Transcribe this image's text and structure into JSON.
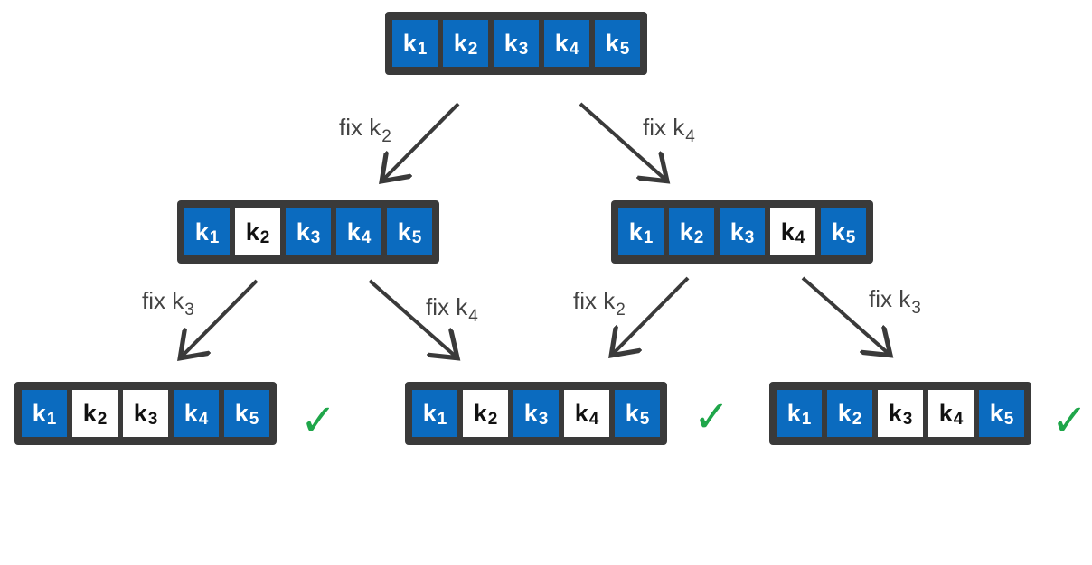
{
  "nodes": [
    {
      "id": "root",
      "cells": [
        {
          "base": "k",
          "sub": "1",
          "fixed": false
        },
        {
          "base": "k",
          "sub": "2",
          "fixed": false
        },
        {
          "base": "k",
          "sub": "3",
          "fixed": false
        },
        {
          "base": "k",
          "sub": "4",
          "fixed": false
        },
        {
          "base": "k",
          "sub": "5",
          "fixed": false
        }
      ]
    },
    {
      "id": "left",
      "cells": [
        {
          "base": "k",
          "sub": "1",
          "fixed": false
        },
        {
          "base": "k",
          "sub": "2",
          "fixed": true
        },
        {
          "base": "k",
          "sub": "3",
          "fixed": false
        },
        {
          "base": "k",
          "sub": "4",
          "fixed": false
        },
        {
          "base": "k",
          "sub": "5",
          "fixed": false
        }
      ]
    },
    {
      "id": "right",
      "cells": [
        {
          "base": "k",
          "sub": "1",
          "fixed": false
        },
        {
          "base": "k",
          "sub": "2",
          "fixed": false
        },
        {
          "base": "k",
          "sub": "3",
          "fixed": false
        },
        {
          "base": "k",
          "sub": "4",
          "fixed": true
        },
        {
          "base": "k",
          "sub": "5",
          "fixed": false
        }
      ]
    },
    {
      "id": "leaf-1",
      "cells": [
        {
          "base": "k",
          "sub": "1",
          "fixed": false
        },
        {
          "base": "k",
          "sub": "2",
          "fixed": true
        },
        {
          "base": "k",
          "sub": "3",
          "fixed": true
        },
        {
          "base": "k",
          "sub": "4",
          "fixed": false
        },
        {
          "base": "k",
          "sub": "5",
          "fixed": false
        }
      ]
    },
    {
      "id": "leaf-2",
      "cells": [
        {
          "base": "k",
          "sub": "1",
          "fixed": false
        },
        {
          "base": "k",
          "sub": "2",
          "fixed": true
        },
        {
          "base": "k",
          "sub": "3",
          "fixed": false
        },
        {
          "base": "k",
          "sub": "4",
          "fixed": true
        },
        {
          "base": "k",
          "sub": "5",
          "fixed": false
        }
      ]
    },
    {
      "id": "leaf-3",
      "cells": [
        {
          "base": "k",
          "sub": "1",
          "fixed": false
        },
        {
          "base": "k",
          "sub": "2",
          "fixed": false
        },
        {
          "base": "k",
          "sub": "3",
          "fixed": true
        },
        {
          "base": "k",
          "sub": "4",
          "fixed": true
        },
        {
          "base": "k",
          "sub": "5",
          "fixed": false
        }
      ]
    }
  ],
  "edges": [
    {
      "from": "root",
      "to": "left",
      "label": {
        "prefix": "fix k",
        "sub": "2"
      }
    },
    {
      "from": "root",
      "to": "right",
      "label": {
        "prefix": "fix k",
        "sub": "4"
      }
    },
    {
      "from": "left",
      "to": "leaf-1",
      "label": {
        "prefix": "fix k",
        "sub": "3"
      }
    },
    {
      "from": "left",
      "to": "leaf-2",
      "label": {
        "prefix": "fix k",
        "sub": "4"
      }
    },
    {
      "from": "right",
      "to": "leaf-2",
      "label": {
        "prefix": "fix k",
        "sub": "2"
      }
    },
    {
      "from": "right",
      "to": "leaf-3",
      "label": {
        "prefix": "fix k",
        "sub": "3"
      }
    }
  ],
  "checkmark": "✓",
  "colors": {
    "box": "#3a3a3a",
    "unfixed_cell": "#0b6bbf",
    "fixed_cell": "#ffffff",
    "check": "#1fa64a",
    "arrow": "#3a3a3a"
  }
}
